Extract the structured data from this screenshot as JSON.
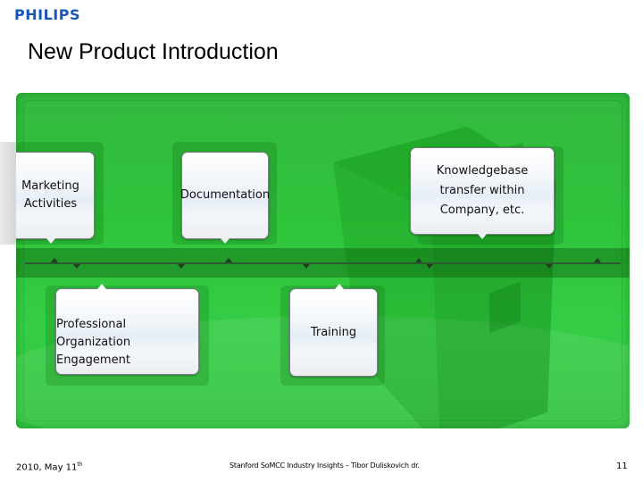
{
  "header": {
    "logo": "PHILIPS",
    "title": "New Product Introduction"
  },
  "colors": {
    "brand_blue": "#1a56b8",
    "panel_green": "#33c43f",
    "timeline_dark": "#2b5a2e",
    "card_white": "#f4f7fa"
  },
  "timeline": {
    "cards_above": [
      {
        "label": "Marketing Activities",
        "lines": [
          "Marketing",
          "Activities"
        ]
      },
      {
        "label": "Documentation",
        "lines": [
          "Documentation"
        ]
      },
      {
        "label": "Knowledgebase transfer within Company, etc.",
        "lines": [
          "Knowledgebase",
          "transfer within",
          "Company, etc."
        ]
      }
    ],
    "cards_below": [
      {
        "label": "Professional Organization Engagement",
        "lines": [
          "Professional Organization",
          "Engagement"
        ]
      },
      {
        "label": "Training",
        "lines": [
          "Training"
        ]
      }
    ]
  },
  "footer": {
    "date": "2010, May 11",
    "date_suffix": "th",
    "center": "Stanford SoMCC Industry Insights – Tibor Duliskovich dr.",
    "page_number": "11"
  }
}
